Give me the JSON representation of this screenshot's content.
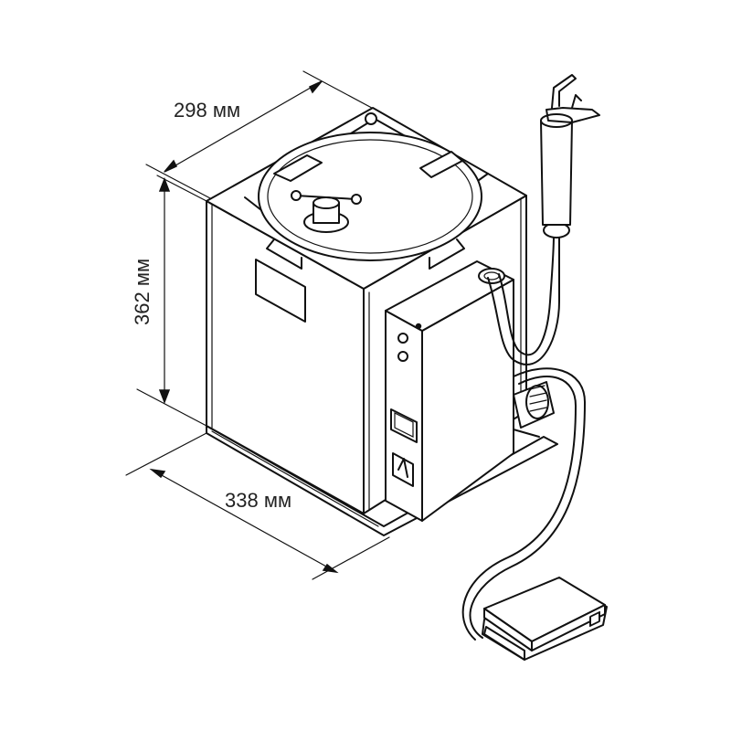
{
  "dimensions": {
    "depth": "298 мм",
    "height": "362 мм",
    "width": "338 мм"
  },
  "colors": {
    "line": "#111111",
    "background": "#ffffff"
  }
}
